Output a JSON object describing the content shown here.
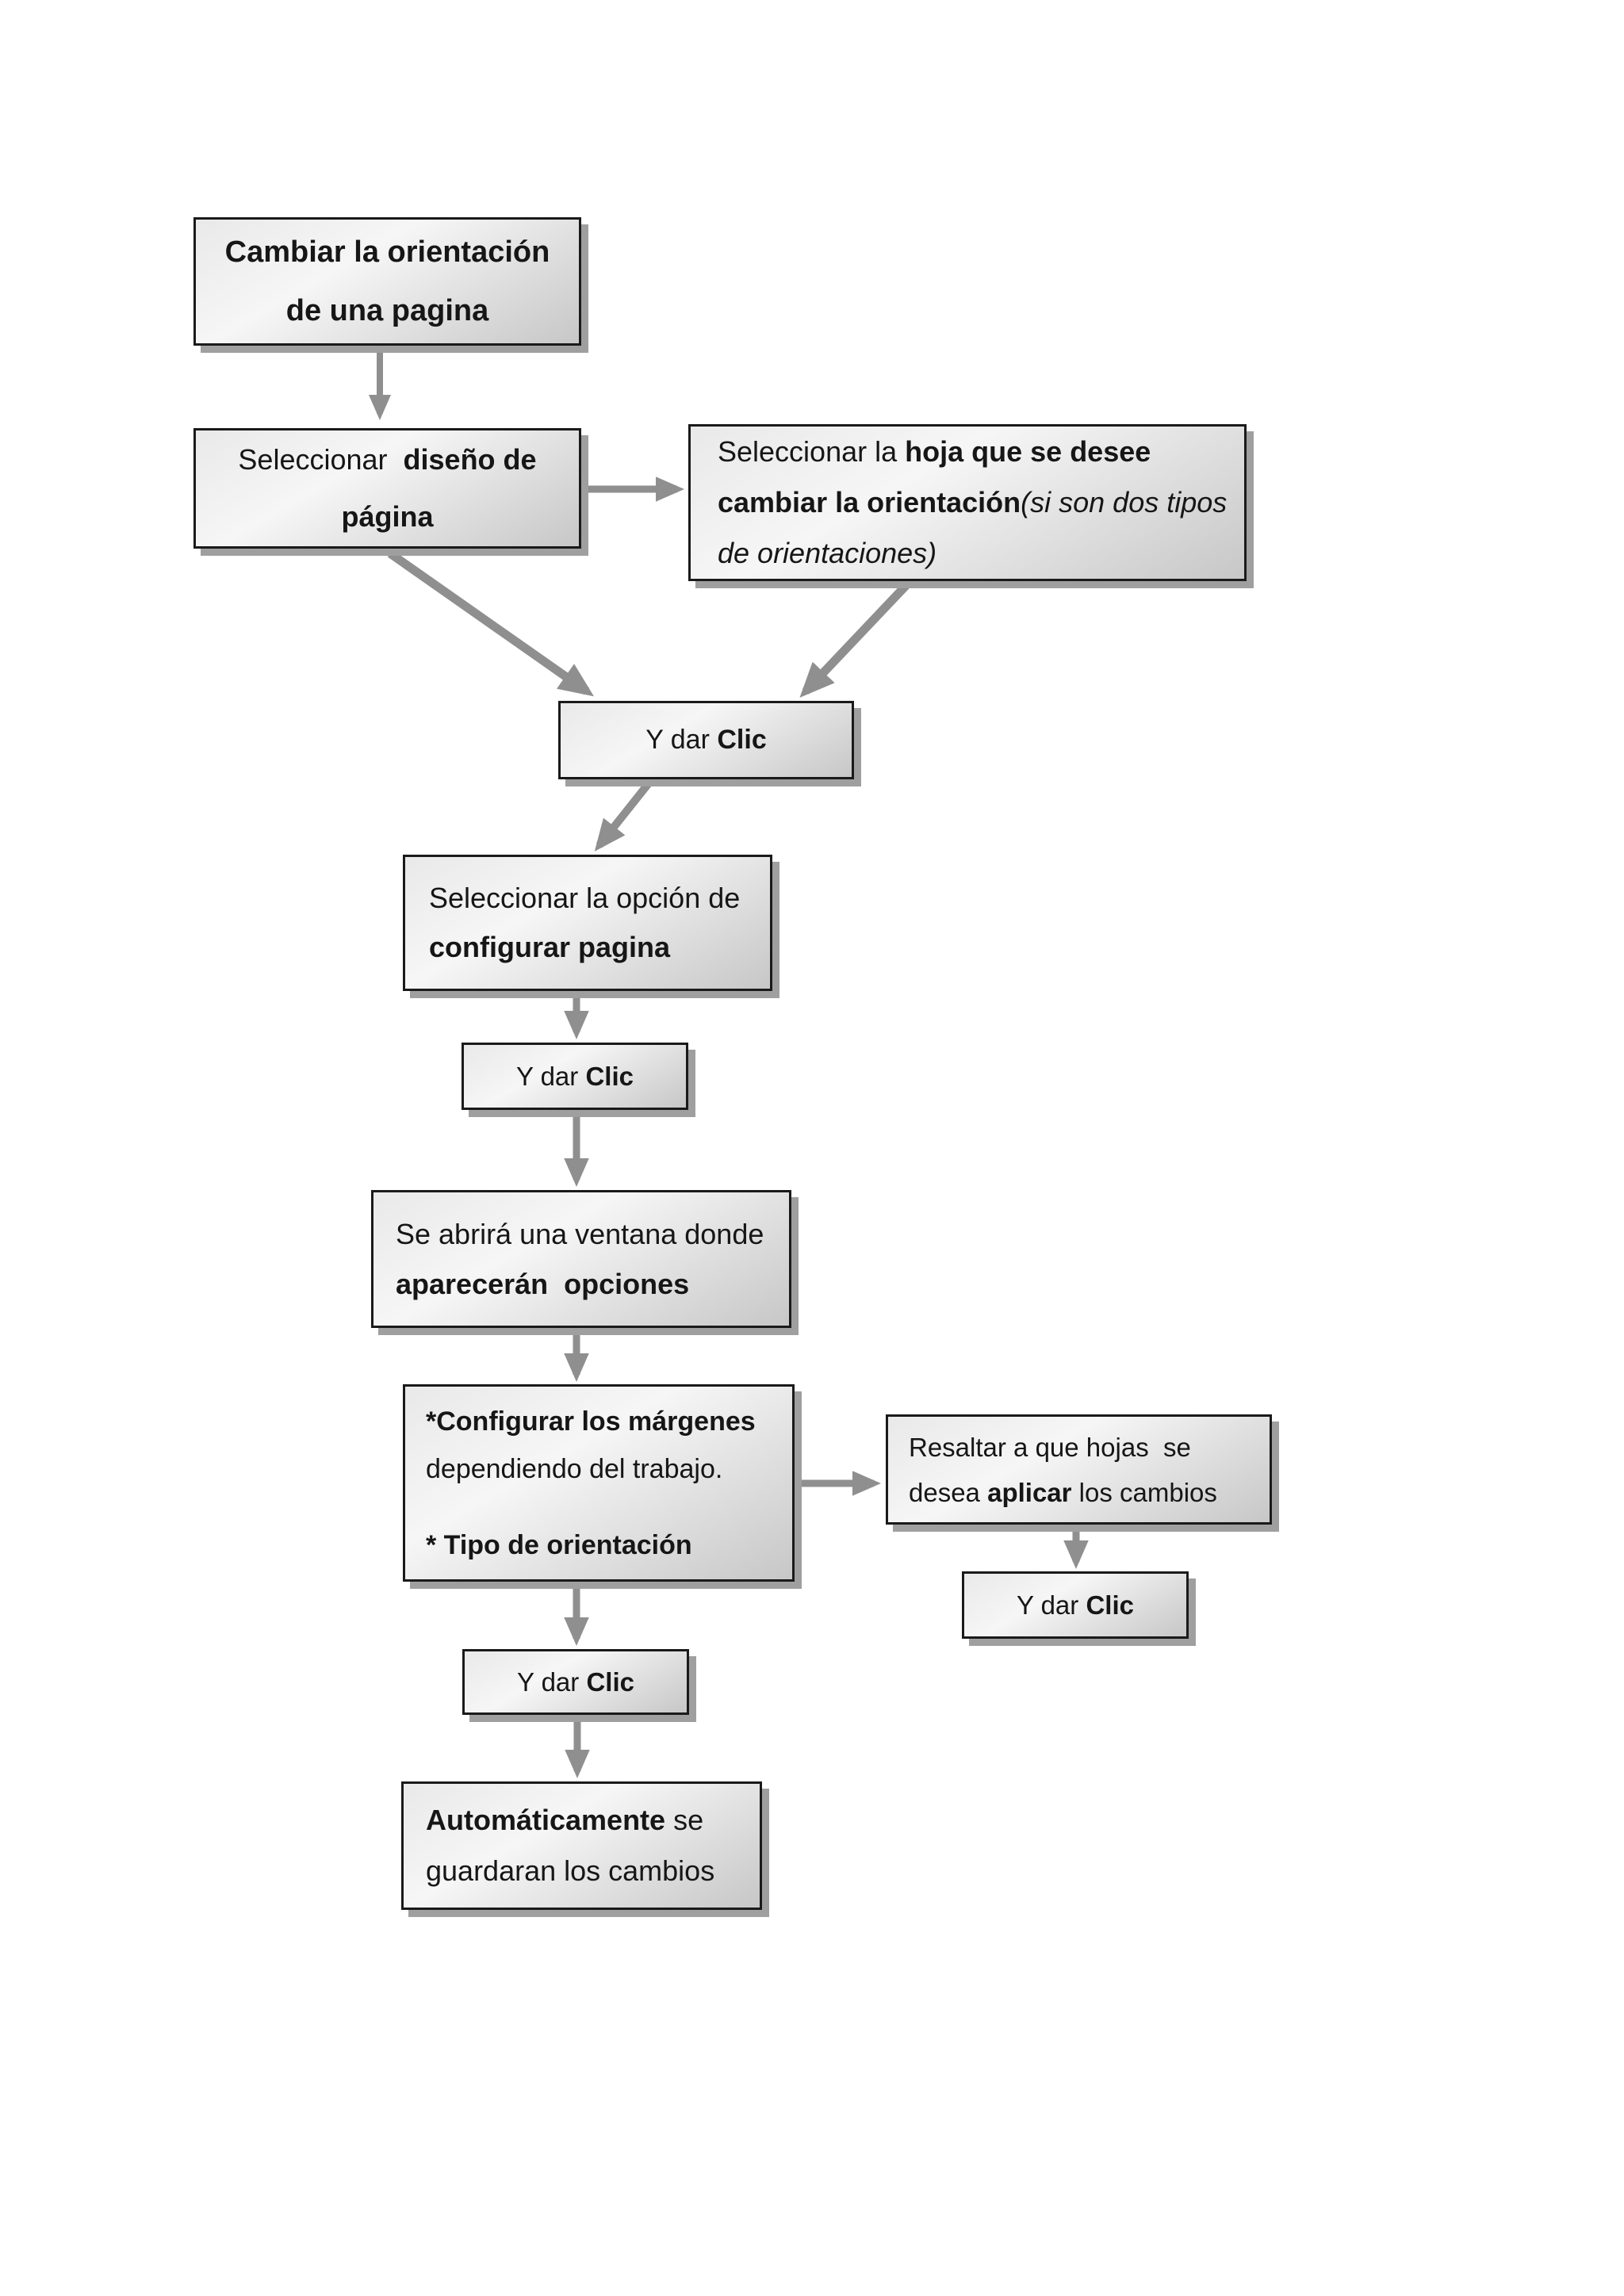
{
  "page": {
    "background": "#ffffff"
  },
  "styles": {
    "box_border": "#1a1a1a",
    "box_fill_top": "#e9e9e9",
    "box_fill_mid": "#f6f6f6",
    "box_fill_bottom": "#c7c7c7",
    "box_shadow": "#9f9f9f",
    "arrow_color": "#8f8f8f",
    "text_color": "#161616"
  },
  "nodes": {
    "start": {
      "line1": "Cambiar la orientación",
      "line2": "de una pagina"
    },
    "select_design": {
      "line1_regular": "Seleccionar  ",
      "line1_bold": "diseño de",
      "line2_bold": "página"
    },
    "select_sheet": {
      "line1_regular": "Seleccionar la ",
      "line1_bold": "hoja que se desee",
      "line2_bold": "cambiar la orientación",
      "line2_italic": "(si son dos tipos",
      "line3_italic": "de orientaciones)"
    },
    "click1": {
      "regular": "Y dar ",
      "bold": "Clic"
    },
    "select_option": {
      "line1": "Seleccionar la opción de",
      "line2_bold": "configurar pagina"
    },
    "click2": {
      "regular": "Y dar ",
      "bold": "Clic"
    },
    "open_window": {
      "line1": "Se abrirá una ventana donde",
      "line2_bold": "aparecerán  opciones"
    },
    "configure_margins": {
      "line1_bold": "*Configurar los márgenes",
      "line2": "dependiendo del trabajo.",
      "line3_bold": "* Tipo de orientación"
    },
    "highlight_sheets": {
      "line1": "Resaltar a que hojas  se",
      "line2_regular_a": "desea ",
      "line2_bold": "aplicar",
      "line2_regular_b": " los cambios"
    },
    "click3": {
      "regular": "Y dar ",
      "bold": "Clic"
    },
    "click4": {
      "regular": "Y dar ",
      "bold": "Clic"
    },
    "auto_save": {
      "line1_bold": "Automáticamente",
      "line1_regular": " se",
      "line2": "guardaran los cambios"
    }
  }
}
